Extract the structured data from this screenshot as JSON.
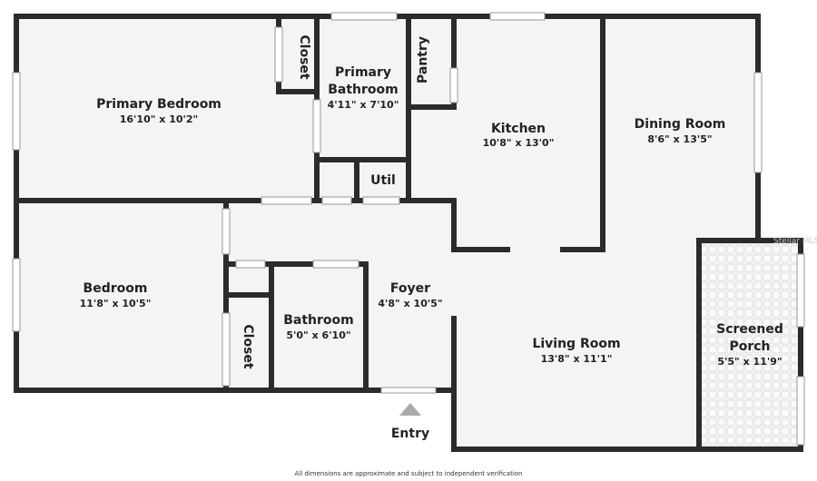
{
  "rooms": {
    "primary_bedroom": {
      "name": "Primary Bedroom",
      "dims": "16'10\" x 10'2\""
    },
    "closet_1": {
      "name": "Closet"
    },
    "primary_bathroom": {
      "name_line1": "Primary",
      "name_line2": "Bathroom",
      "dims": "4'11\" x 7'10\""
    },
    "pantry": {
      "name": "Pantry"
    },
    "kitchen": {
      "name": "Kitchen",
      "dims": "10'8\" x 13'0\""
    },
    "dining_room": {
      "name": "Dining Room",
      "dims": "8'6\" x 13'5\""
    },
    "util": {
      "name": "Util"
    },
    "bedroom": {
      "name": "Bedroom",
      "dims": "11'8\" x 10'5\""
    },
    "closet_2": {
      "name": "Closet"
    },
    "bathroom": {
      "name": "Bathroom",
      "dims": "5'0\" x 6'10\""
    },
    "foyer": {
      "name": "Foyer",
      "dims": "4'8\" x 10'5\""
    },
    "living_room": {
      "name": "Living Room",
      "dims": "13'8\" x 11'1\""
    },
    "screened_porch": {
      "name_line1": "Screened",
      "name_line2": "Porch",
      "dims": "5'5\" x 11'9\""
    }
  },
  "entry_label": "Entry",
  "watermark": "Stellar MLS",
  "disclaimer": "All dimensions are approximate and subject to independent verification",
  "colors": {
    "wall": "#2b2b2b",
    "floor": "#f4f4f4",
    "entry_marker": "#aaaaaa"
  }
}
